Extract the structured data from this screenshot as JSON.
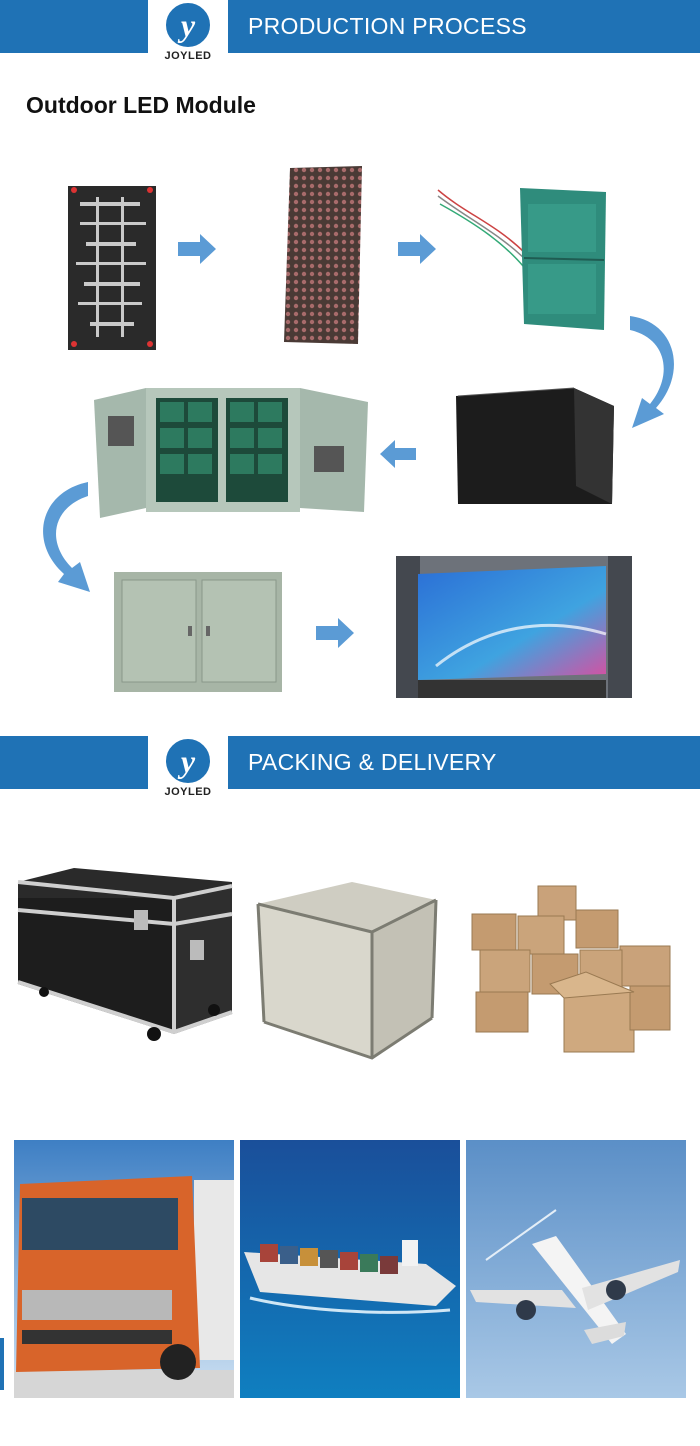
{
  "header_production": {
    "title": "PRODUCTION PROCESS",
    "brand": "JOYLED",
    "logo_letter": "y"
  },
  "module_section": {
    "title": "Outdoor  LED Module"
  },
  "header_packing": {
    "title": "PACKING & DELIVERY",
    "brand": "JOYLED",
    "logo_letter": "y"
  },
  "icons": [
    "arrow-right-icon",
    "curved-arrow-icon",
    "arrow-left-icon"
  ],
  "colors": {
    "brand_blue": "#1f72b5",
    "arrow_blue": "#5b9bd5"
  }
}
